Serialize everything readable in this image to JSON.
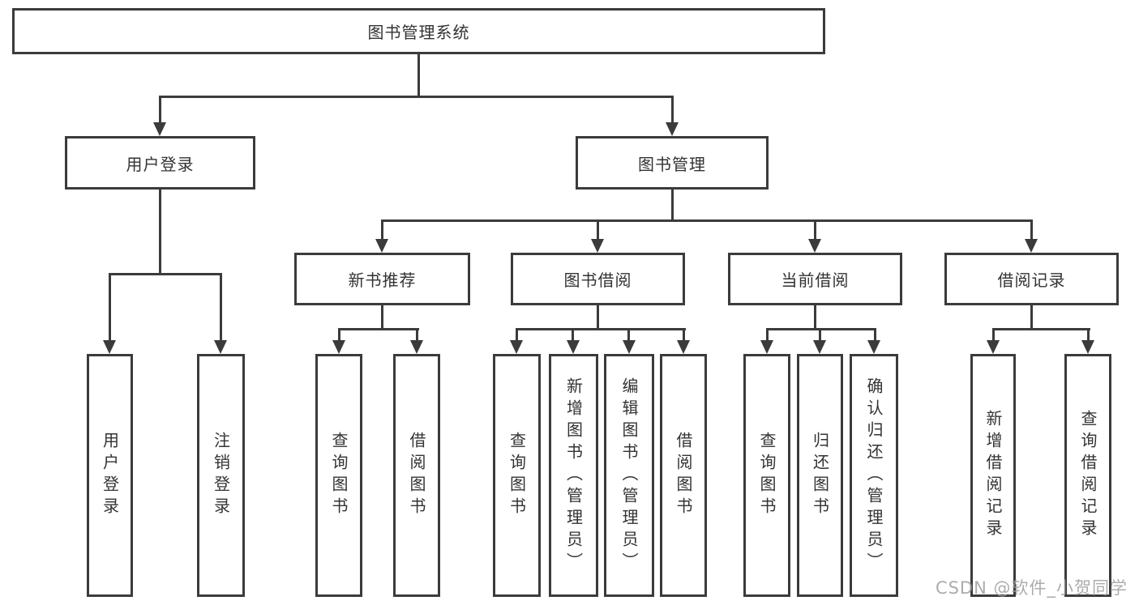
{
  "diagram": {
    "root": "图书管理系统",
    "branches": [
      {
        "label": "用户登录",
        "leaves": [
          "用户登录",
          "注销登录"
        ]
      },
      {
        "label": "图书管理",
        "groups": [
          {
            "label": "新书推荐",
            "leaves": [
              "查询图书",
              "借阅图书"
            ]
          },
          {
            "label": "图书借阅",
            "leaves": [
              "查询图书",
              "新增图书（管理员）",
              "编辑图书（管理员）",
              "借阅图书"
            ]
          },
          {
            "label": "当前借阅",
            "leaves": [
              "查询图书",
              "归还图书",
              "确认归还（管理员）"
            ]
          },
          {
            "label": "借阅记录",
            "leaves": [
              "新增借阅记录",
              "查询借阅记录"
            ]
          }
        ]
      }
    ]
  },
  "watermark": {
    "text": "CSDN @软件_小贺同学"
  },
  "colors": {
    "line": "#3b3b3b",
    "text": "#333333",
    "background": "#ffffff",
    "watermark": "#9e9e9e"
  }
}
